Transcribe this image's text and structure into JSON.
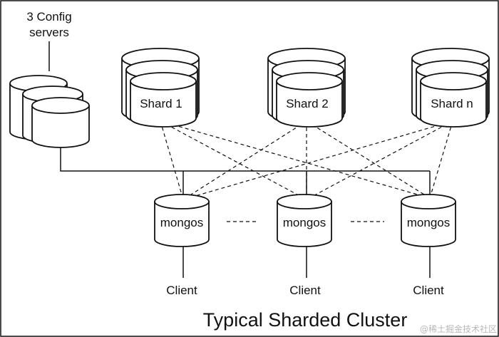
{
  "title": "Typical Sharded Cluster",
  "config_label_line1": "3 Config",
  "config_label_line2": "servers",
  "shards": [
    "Shard 1",
    "Shard 2",
    "Shard n"
  ],
  "routers": [
    "mongos",
    "mongos",
    "mongos"
  ],
  "clients": [
    "Client",
    "Client",
    "Client"
  ],
  "watermark": "@稀土掘金技术社区"
}
